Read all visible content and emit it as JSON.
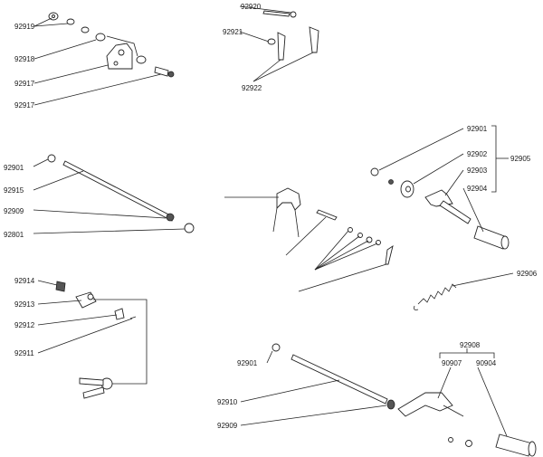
{
  "diagram": {
    "callouts": {
      "a1": "92919",
      "a2": "92918",
      "a3": "92917",
      "a4": "92917",
      "b1": "92920",
      "b2": "92921",
      "b3": "92922",
      "c1": "92901",
      "c2": "92915",
      "c3": "92909",
      "c4": "92801",
      "d1": "92914",
      "d2": "92913",
      "d3": "92912",
      "d4": "92911",
      "e1": "92901",
      "e2": "92902",
      "e3": "92903",
      "e4": "92904",
      "e5": "92905",
      "f1": "92906",
      "g1": "92908",
      "g2": "90907",
      "g3": "90904",
      "h1": "92901",
      "h2": "92910",
      "h3": "92909"
    }
  }
}
